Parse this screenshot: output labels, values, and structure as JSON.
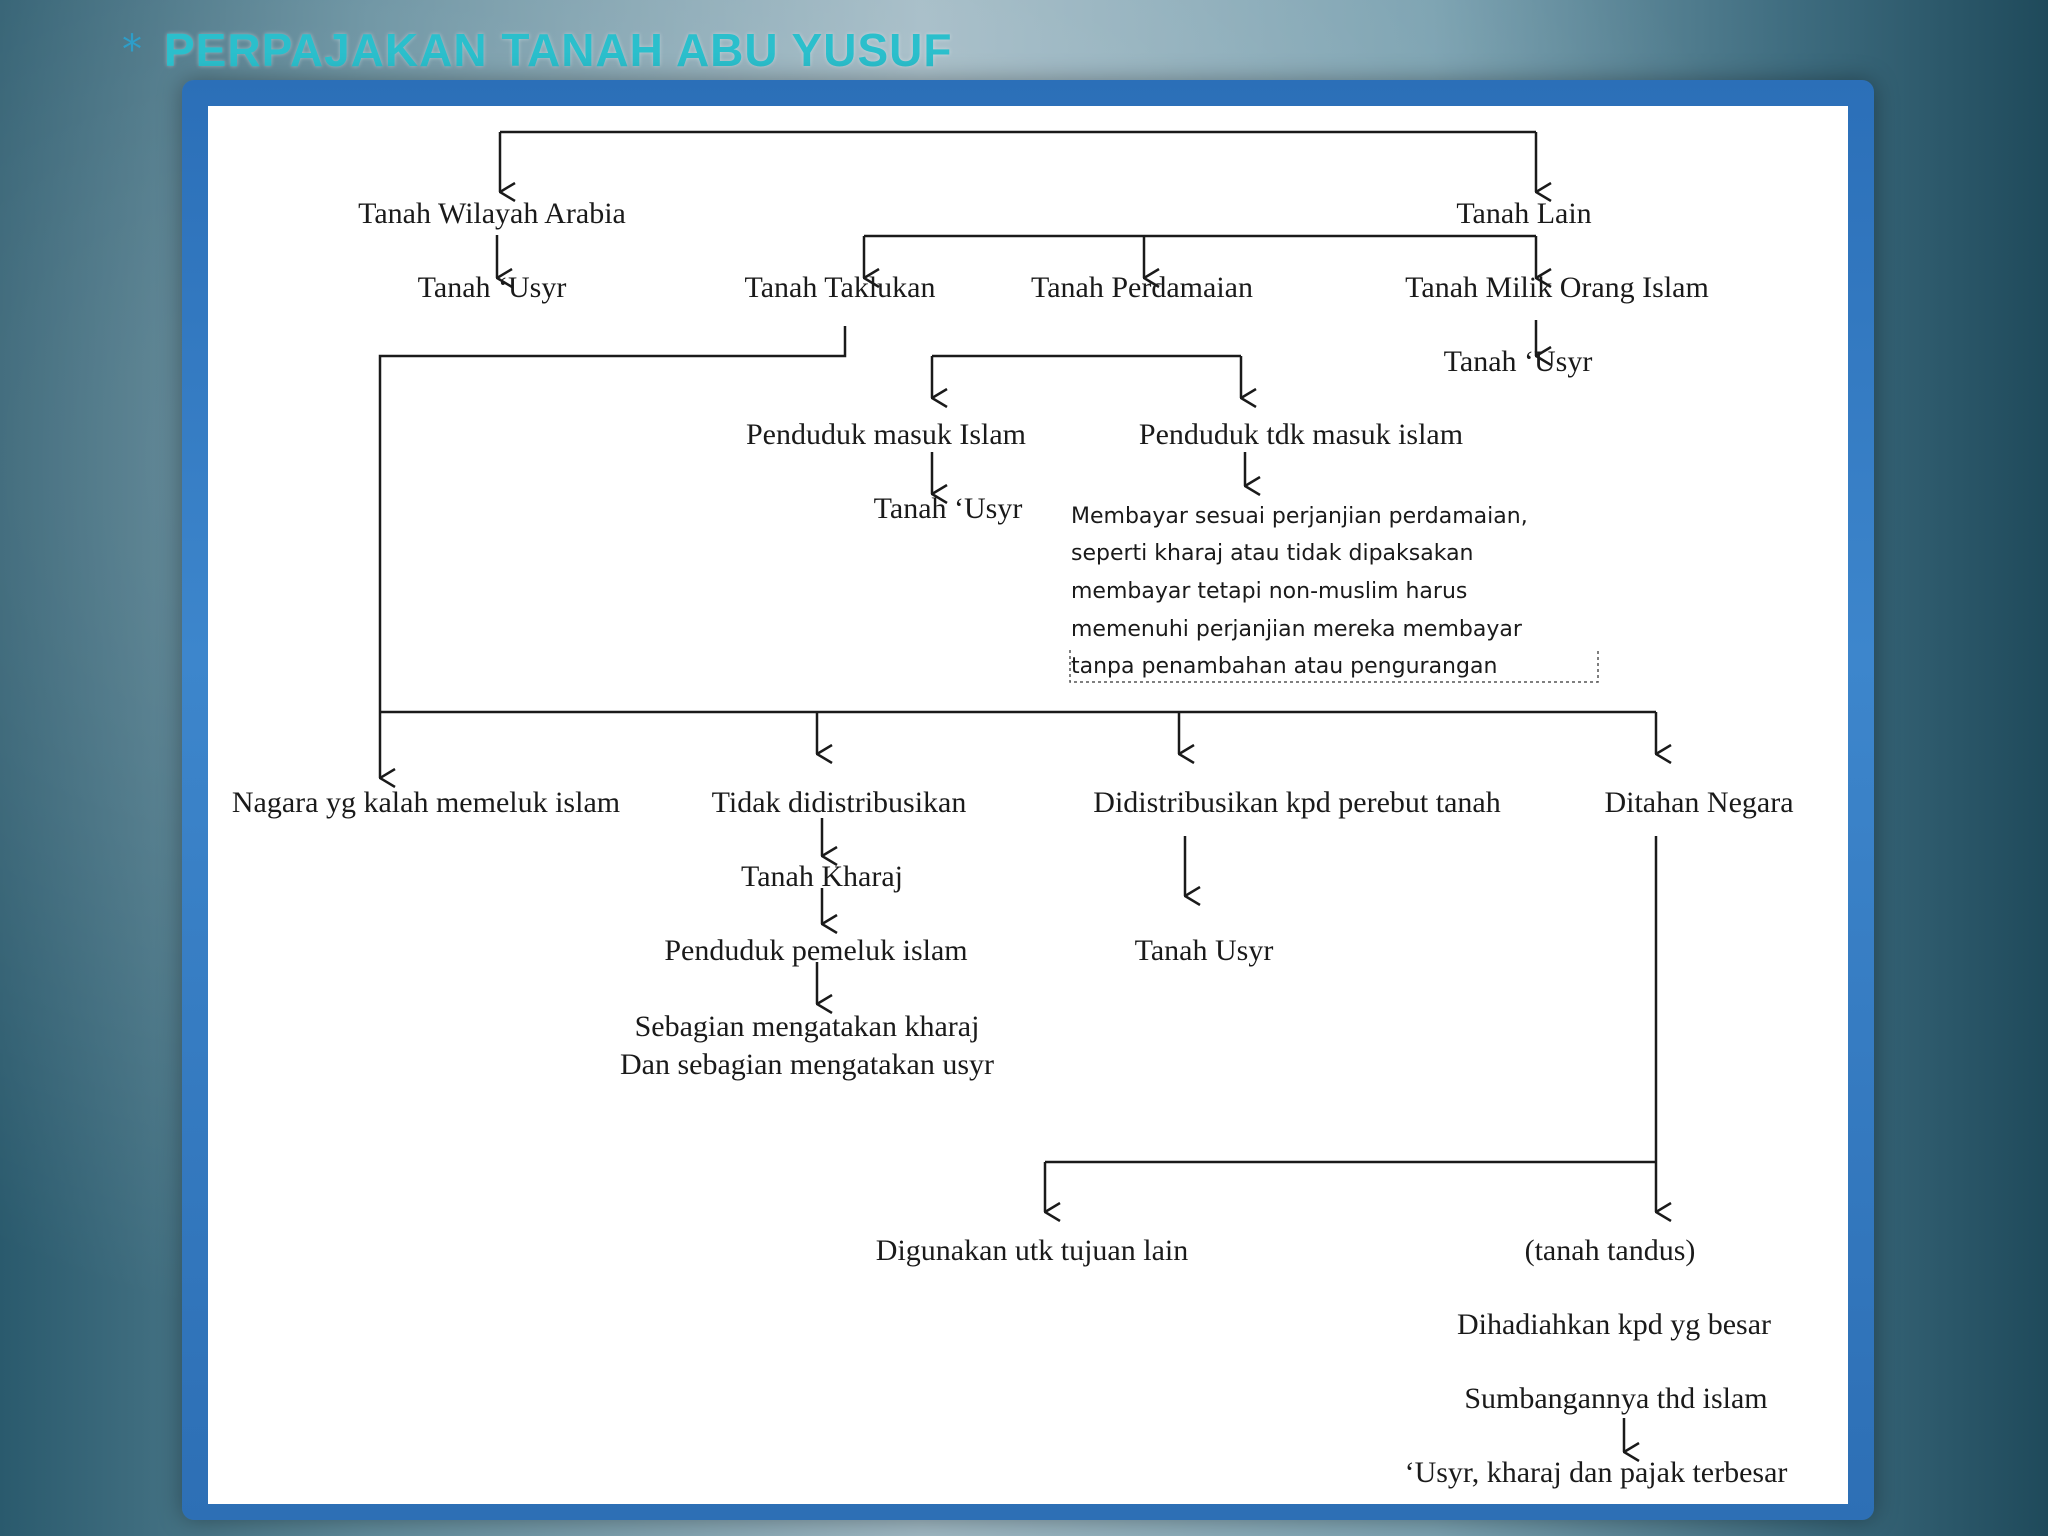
{
  "slide": {
    "bullet": "*",
    "title": "PERPAJAKAN TANAH ABU YUSUF"
  },
  "diagram": {
    "nodes": {
      "wilayah_arabia": "Tanah Wilayah Arabia",
      "tanah_lain": "Tanah Lain",
      "usyr_arabia": "Tanah ‘Usyr",
      "taklukan": "Tanah Taklukan",
      "perdamaian": "Tanah Perdamaian",
      "milik_islam": "Tanah  Milik Orang Islam",
      "usyr_milik": "Tanah ‘Usyr",
      "masuk_islam": "Penduduk masuk Islam",
      "tdk_masuk_islam": "Penduduk tdk masuk islam",
      "usyr_masuk": "Tanah ‘Usyr",
      "note_lines": [
        "Membayar sesuai perjanjian perdamaian,",
        "seperti kharaj atau tidak dipaksakan",
        "membayar tetapi non-muslim  harus",
        "memenuhi  perjanjian  mereka membayar",
        "tanpa penambahan  atau pengurangan"
      ],
      "negara_kalah": "Nagara yg kalah  memeluk islam",
      "tidak_distribusi": "Tidak didistribusikan",
      "distribusi": "Didistribusikan  kpd  perebut tanah",
      "ditahan": "Ditahan  Negara",
      "kharaj": "Tanah Kharaj",
      "pemeluk": "Penduduk pemeluk islam",
      "sebagian_1": "Sebagian mengatakan kharaj",
      "sebagian_2": "Dan sebagian mengatakan usyr",
      "usyr_distribusi": "Tanah Usyr",
      "tujuan_lain": "Digunakan utk tujuan lain",
      "tandus": "(tanah tandus)",
      "dihadiahkan": "Dihadiahkan kpd yg besar",
      "sumbangan": "Sumbangannya thd islam",
      "pajak": "‘Usyr, kharaj dan pajak terbesar"
    }
  }
}
